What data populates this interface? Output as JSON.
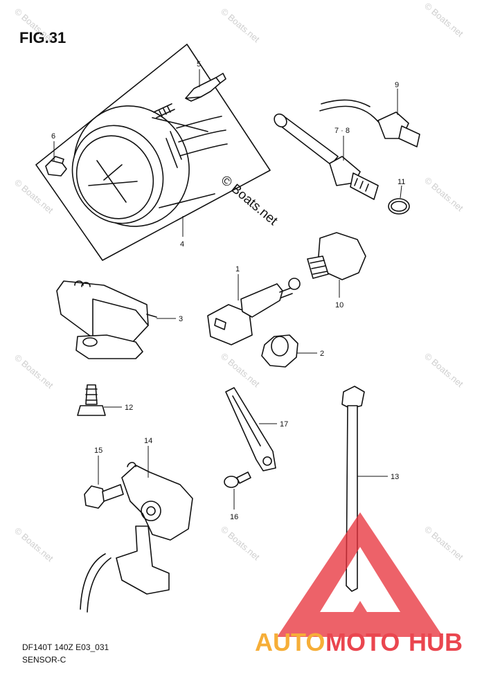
{
  "figure": {
    "title": "FIG.31",
    "code": "DF140T 140Z E03_031",
    "name": "SENSOR-C"
  },
  "watermark": {
    "text": "© Boats.net",
    "logo_text_left": "AUTO",
    "logo_text_mid": "MOTO",
    "logo_text_right": "HUB",
    "logo_color": "#e8323c",
    "logo_accent": "#f6a623"
  },
  "callouts": {
    "c1": "1",
    "c2": "2",
    "c3": "3",
    "c4": "4",
    "c5": "5",
    "c6": "6",
    "c78": "7 · 8",
    "c9": "9",
    "c10": "10",
    "c11": "11",
    "c12": "12",
    "c13": "13",
    "c14": "14",
    "c15": "15",
    "c16": "16",
    "c17": "17"
  }
}
